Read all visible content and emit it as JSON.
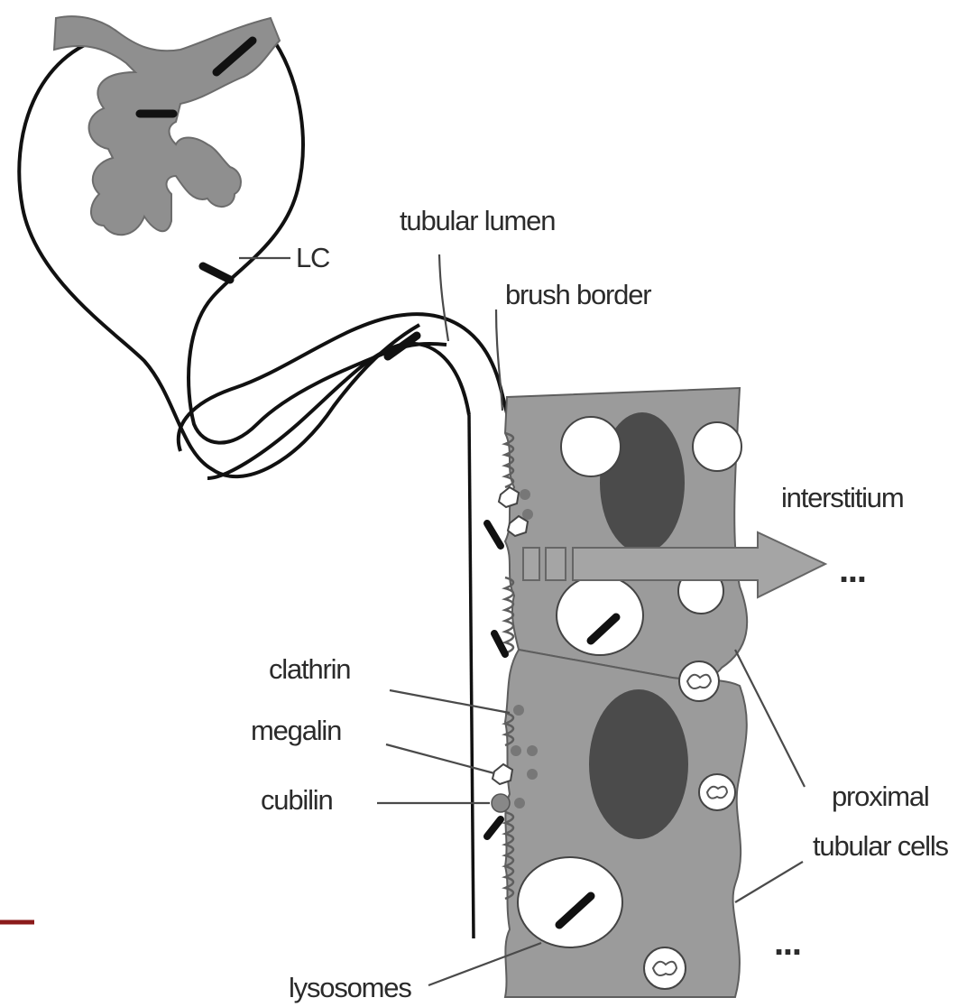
{
  "labels": {
    "lc": "LC",
    "tubular_lumen": "tubular lumen",
    "brush_border": "brush border",
    "interstitium": "interstitium",
    "ellipsis_arrow": "...",
    "clathrin": "clathrin",
    "megalin": "megalin",
    "cubilin": "cubilin",
    "proximal": "proximal",
    "tubular_cells": "tubular cells",
    "ellipsis_bottom": "...",
    "lysosomes": "lysosomes"
  },
  "colors": {
    "cell_gray": "#9b9b9b",
    "nucleus": "#4b4b4b",
    "outline": "#111111",
    "accent_mark": "#8b1a1a"
  }
}
